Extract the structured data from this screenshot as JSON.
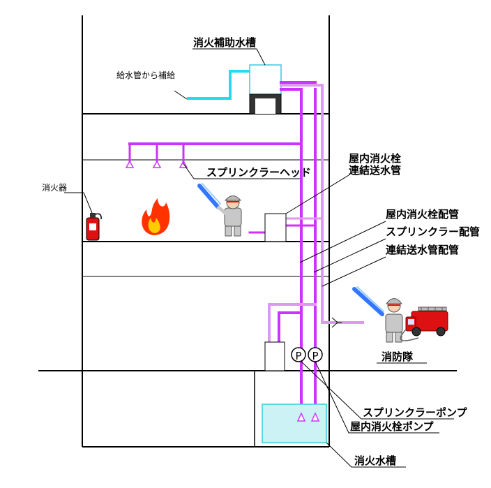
{
  "labels": {
    "aux_tank": "消火補助水槽",
    "supply": "給水管から補給",
    "extinguisher": "消火器",
    "sprinkler_head": "スプリンクラーヘッド",
    "hydrant_connection_line1": "屋内消火栓",
    "hydrant_connection_line2": "連結送水管",
    "hydrant_piping": "屋内消火栓配管",
    "sprinkler_piping": "スプリンクラー配管",
    "connection_piping": "連結送水管配管",
    "fire_brigade": "消防隊",
    "sprinkler_pump": "スプリンクラーポンプ",
    "hydrant_pump": "屋内消火栓ポンプ",
    "water_tank": "消火水槽",
    "pump_letter_1": "P",
    "pump_letter_2": "P"
  },
  "colors": {
    "pipe": "#cc33ff",
    "pipe_light": "#dd99ee",
    "supply_pipe": "#22ddee",
    "tank_fill": "#ccf2f6",
    "tank_stroke": "#33ccdd",
    "fire_outer": "#ff3300",
    "fire_inner": "#ffcc00",
    "truck": "#dd1111",
    "water_jet": "#3377ff"
  }
}
